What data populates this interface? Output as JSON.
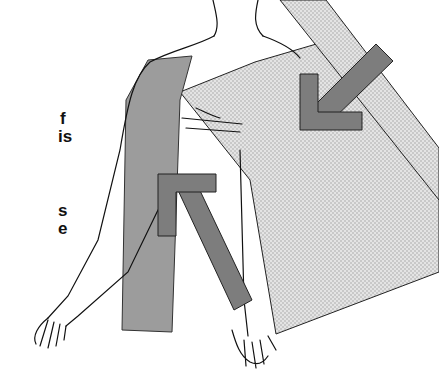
{
  "diagram": {
    "labels": [
      "f",
      "is",
      "s",
      "e"
    ]
  }
}
